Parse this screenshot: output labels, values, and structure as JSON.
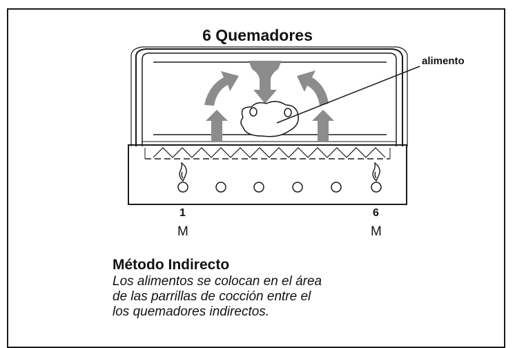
{
  "diagram": {
    "title": "6 Quemadores",
    "callout_label": "alimento",
    "burners": [
      {
        "number": "1",
        "setting": "M",
        "lit": true
      },
      {
        "number": "",
        "setting": "",
        "lit": false
      },
      {
        "number": "",
        "setting": "",
        "lit": false
      },
      {
        "number": "",
        "setting": "",
        "lit": false
      },
      {
        "number": "",
        "setting": "",
        "lit": false
      },
      {
        "number": "6",
        "setting": "M",
        "lit": true
      }
    ]
  },
  "method": {
    "title": "Método Indirecto",
    "description_lines": [
      "Los alimentos se colocan en el área",
      "de las parrillas de cocción entre el",
      "los quemadores indirectos."
    ]
  },
  "colors": {
    "outline": "#1a1a1a",
    "arrow_fill": "#8c8c8c"
  }
}
